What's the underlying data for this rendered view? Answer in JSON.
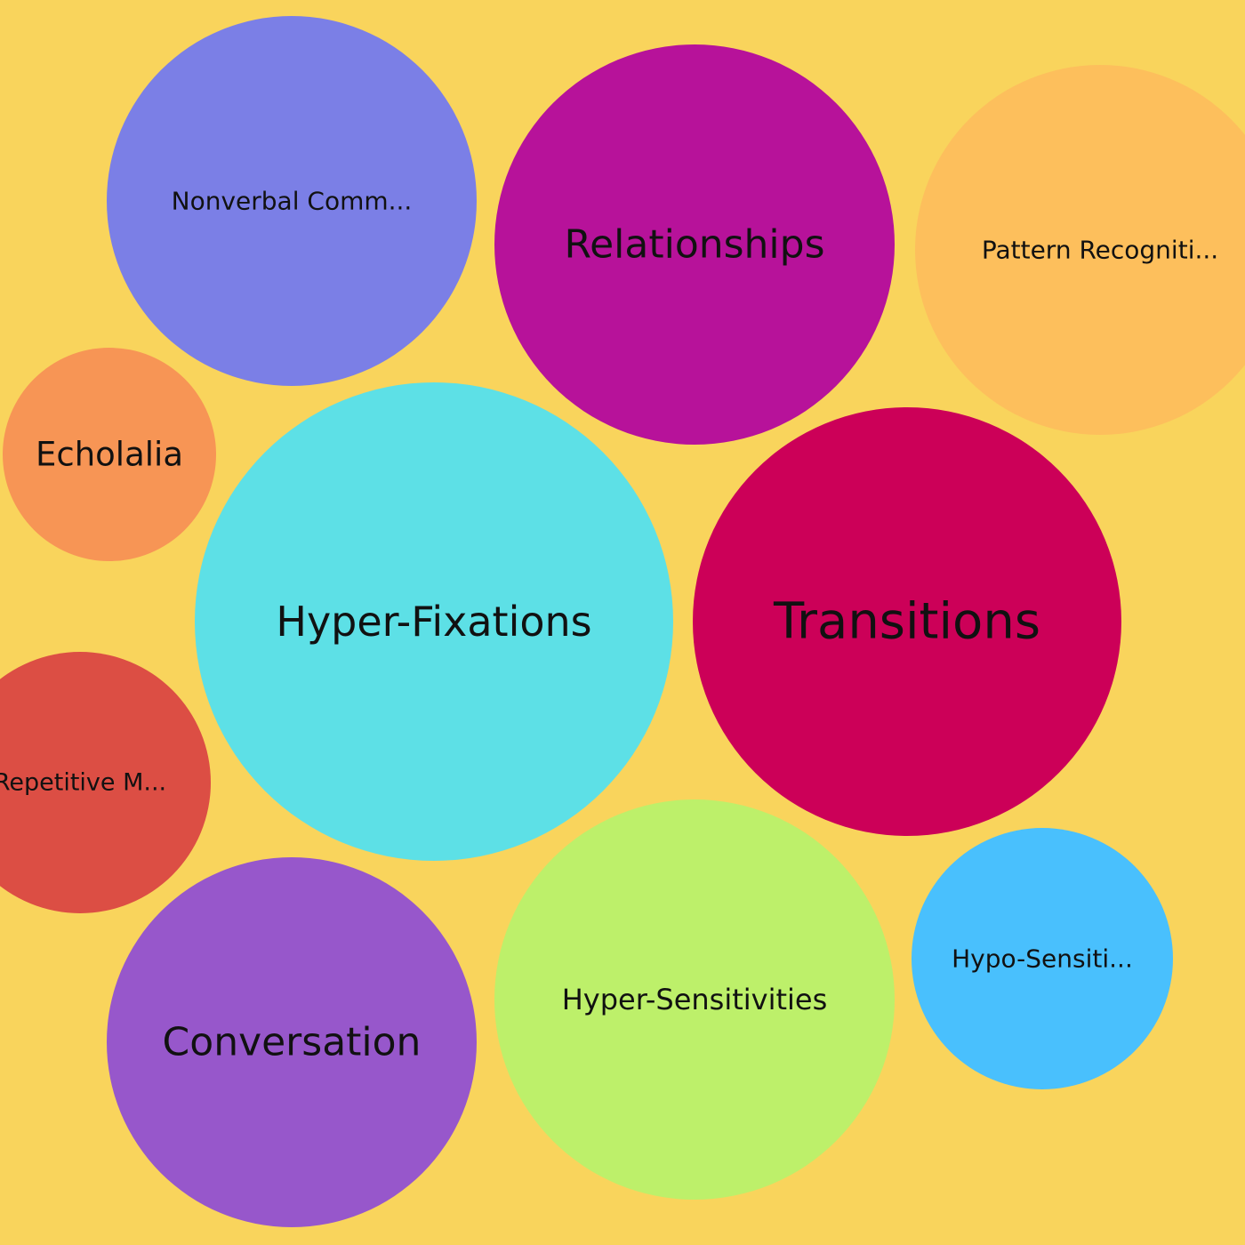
{
  "background_color": "#f9d45c",
  "label_color": "#111111",
  "chart_data": {
    "type": "bubble",
    "title": "",
    "legend": "none",
    "grid": false,
    "series": [
      {
        "label": "Nonverbal Comm...",
        "color": "#7b7fe6"
      },
      {
        "label": "Relationships",
        "color": "#b7129a"
      },
      {
        "label": "Pattern Recogniti...",
        "color": "#fdbf5c"
      },
      {
        "label": "Echolalia",
        "color": "#f79555"
      },
      {
        "label": "Hyper-Fixations",
        "color": "#5de0e6"
      },
      {
        "label": "Transitions",
        "color": "#cc0058"
      },
      {
        "label": "Repetitive M...",
        "color": "#dc4e44"
      },
      {
        "label": "Conversation",
        "color": "#9757cb"
      },
      {
        "label": "Hyper-Sensitivities",
        "color": "#bdf06a"
      },
      {
        "label": "Hypo-Sensiti...",
        "color": "#49c0fd"
      }
    ]
  }
}
